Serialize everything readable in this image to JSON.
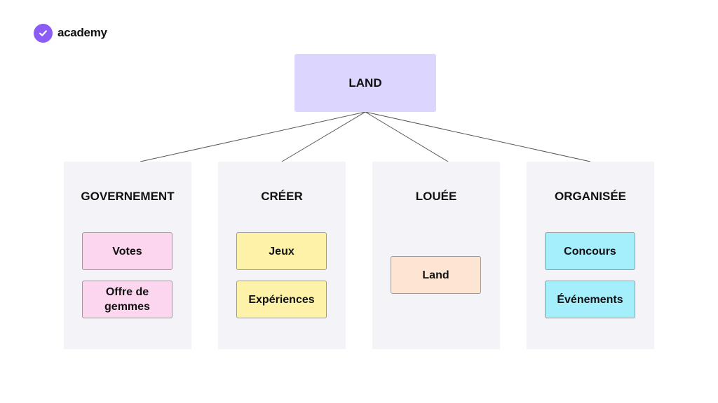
{
  "logo": {
    "text": "academy",
    "icon": "check-icon",
    "color": "#8B5CF6"
  },
  "root": {
    "label": "LAND",
    "color": "#DCD6FE"
  },
  "connector_color": "#555555",
  "panels": [
    {
      "title": "GOVERNEMENT",
      "color": "#FCD6EE",
      "items": [
        "Votes",
        "Offre de gemmes"
      ]
    },
    {
      "title": "CRÉER",
      "color": "#FDF2A8",
      "items": [
        "Jeux",
        "Expériences"
      ]
    },
    {
      "title": "LOUÉE",
      "color": "#FCE5D2",
      "items": [
        "Land"
      ]
    },
    {
      "title": "ORGANISÉE",
      "color": "#A5EEFC",
      "items": [
        "Concours",
        "Événements"
      ]
    }
  ]
}
